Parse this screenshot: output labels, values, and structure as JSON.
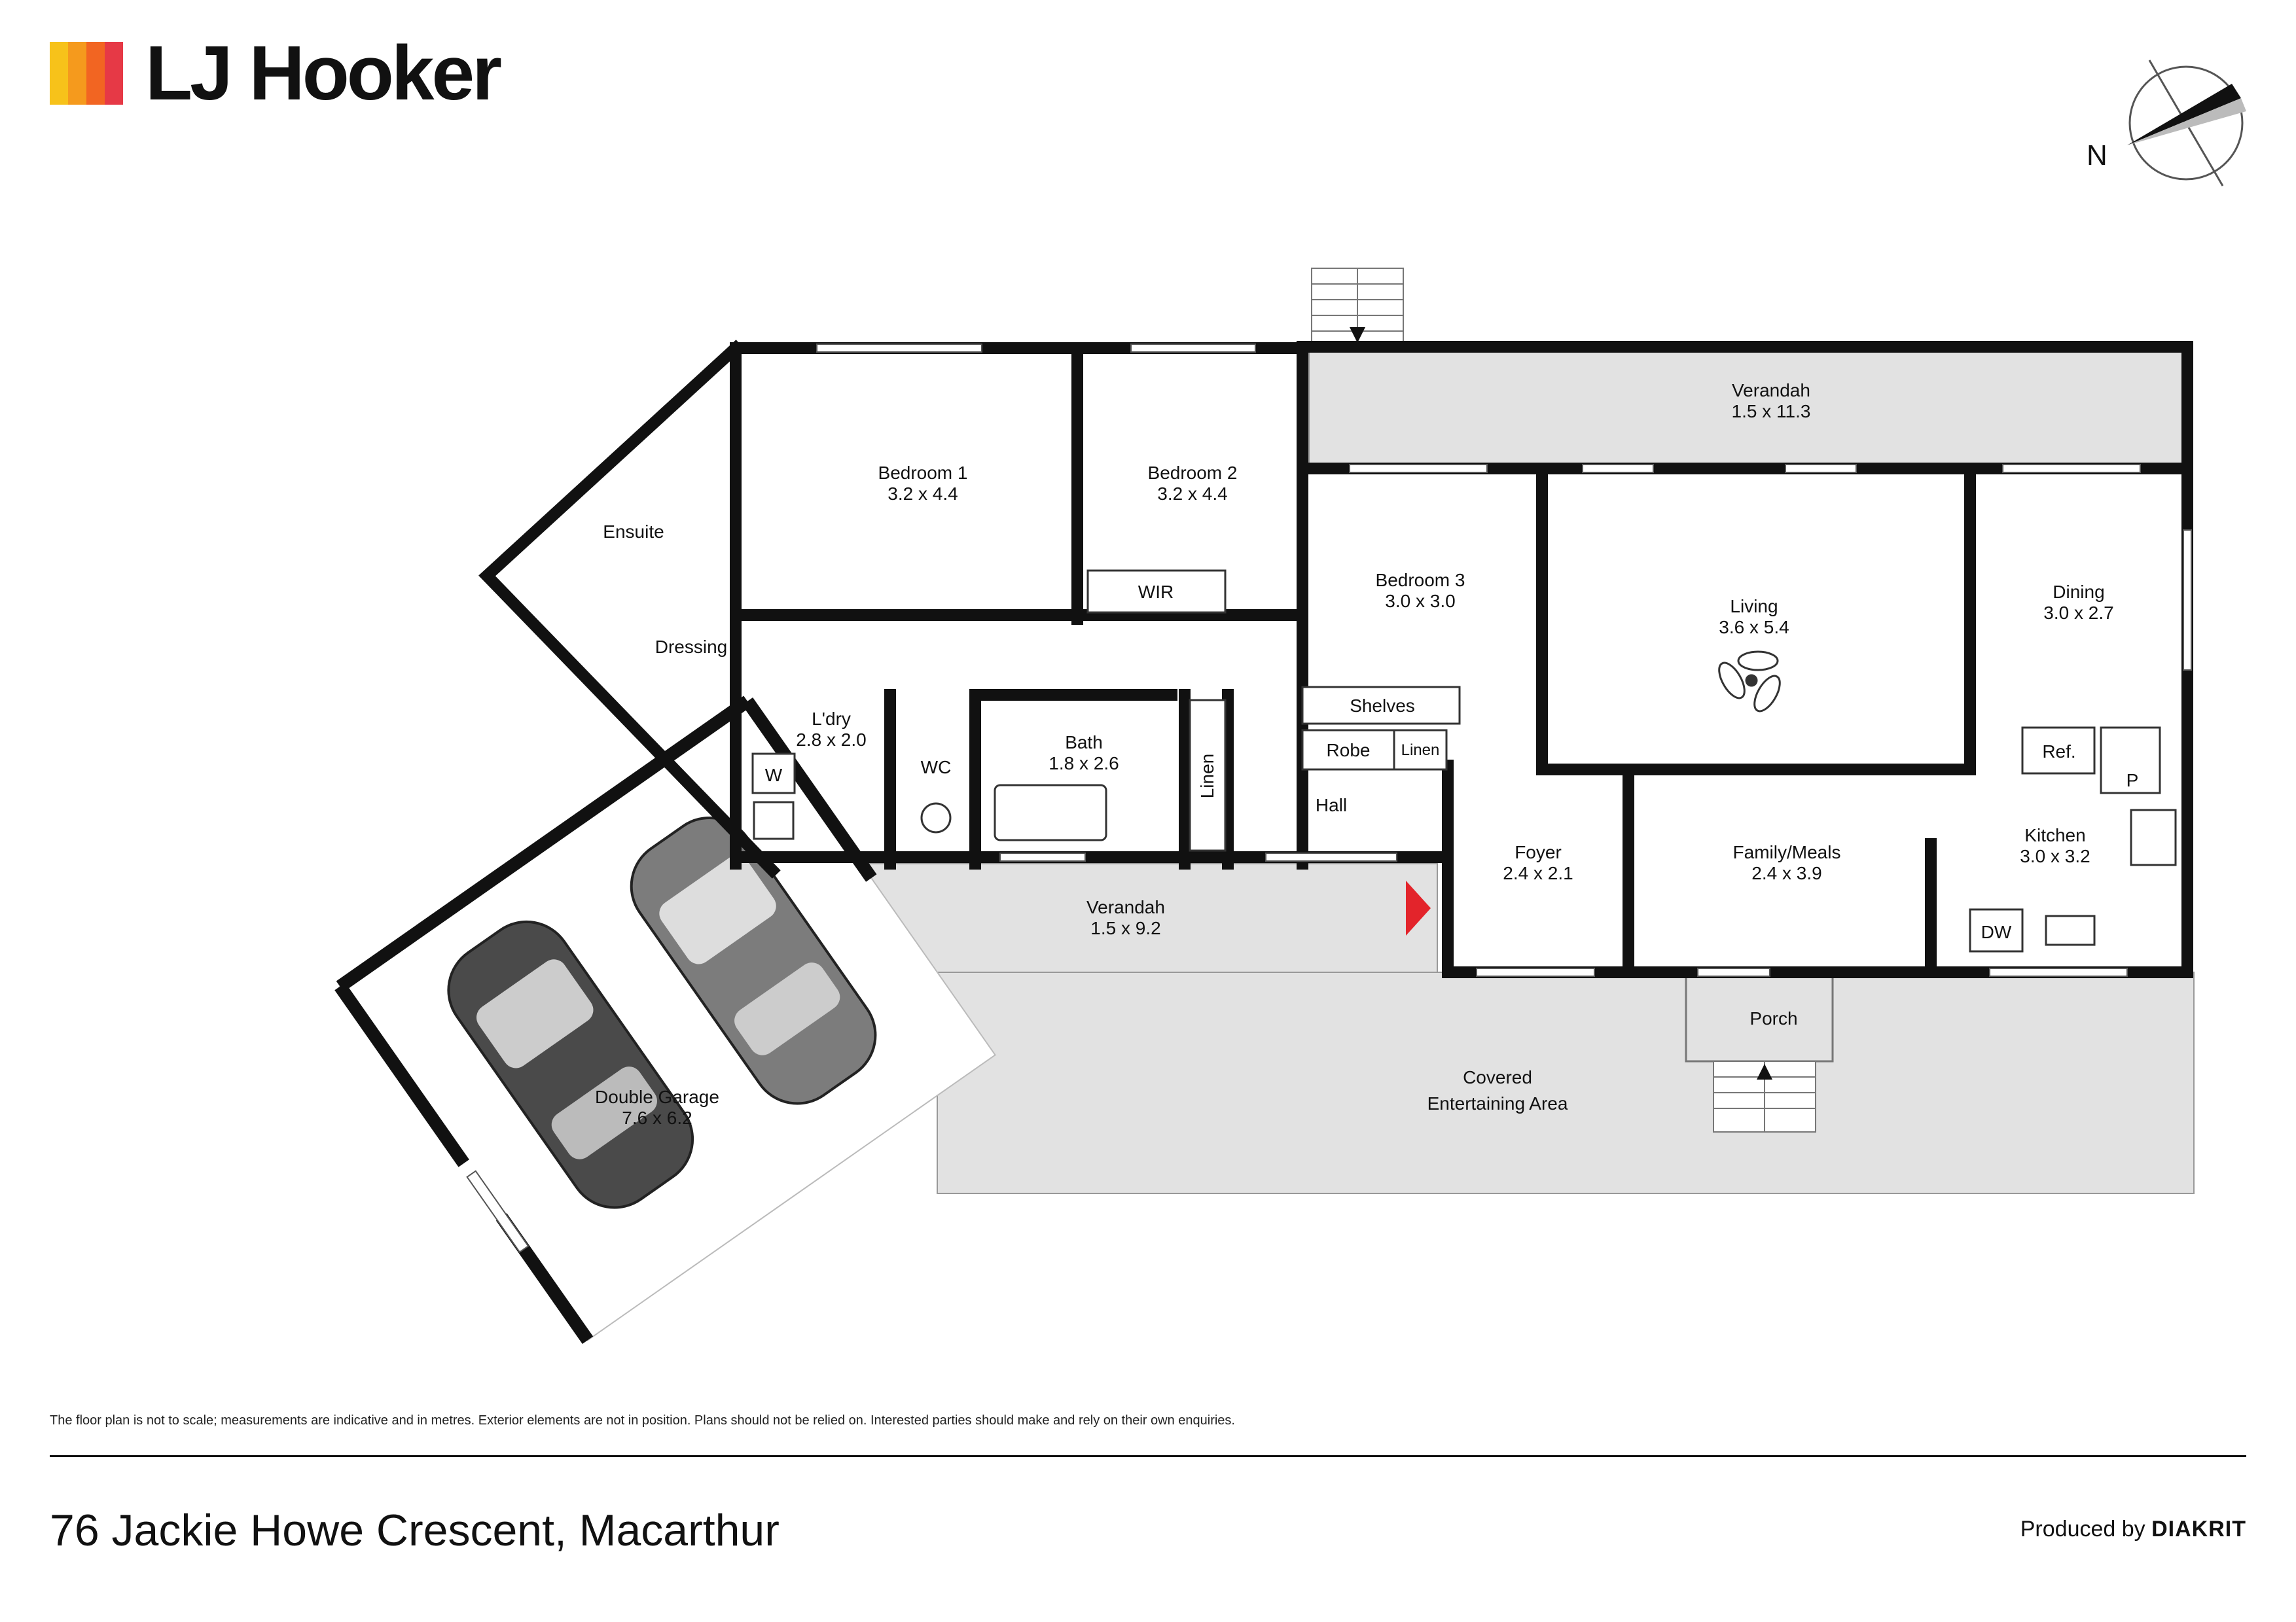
{
  "brand": {
    "name": "LJ Hooker",
    "bar_colors": [
      "#f7c21a",
      "#f59a1d",
      "#f26522",
      "#e63946"
    ]
  },
  "compass": {
    "label": "N"
  },
  "rooms": {
    "bedroom1": {
      "name": "Bedroom 1",
      "size": "3.2 x 4.4"
    },
    "bedroom2": {
      "name": "Bedroom 2",
      "size": "3.2 x 4.4"
    },
    "bedroom3": {
      "name": "Bedroom 3",
      "size": "3.0 x 3.0"
    },
    "living": {
      "name": "Living",
      "size": "3.6 x 5.4"
    },
    "dining": {
      "name": "Dining",
      "size": "3.0 x 2.7"
    },
    "kitchen": {
      "name": "Kitchen",
      "size": "3.0 x 3.2"
    },
    "family": {
      "name": "Family/Meals",
      "size": "2.4 x 3.9"
    },
    "foyer": {
      "name": "Foyer",
      "size": "2.4 x 2.1"
    },
    "laundry": {
      "name": "L'dry",
      "size": "2.8 x 2.0"
    },
    "bath": {
      "name": "Bath",
      "size": "1.8 x 2.6"
    },
    "verandah_rear": {
      "name": "Verandah",
      "size": "1.5 x 11.3"
    },
    "verandah_front": {
      "name": "Verandah",
      "size": "1.5 x 9.2"
    },
    "garage": {
      "name": "Double Garage",
      "size": "7.6 x 6.2"
    },
    "ensuite": {
      "name": "Ensuite"
    },
    "dressing": {
      "name": "Dressing"
    },
    "wir": {
      "name": "WIR"
    },
    "wc": {
      "name": "WC"
    },
    "hall": {
      "name": "Hall"
    },
    "shelves": {
      "name": "Shelves"
    },
    "robe": {
      "name": "Robe"
    },
    "linen_small": {
      "name": "Linen"
    },
    "linen_tall": {
      "name": "Linen"
    },
    "washer": {
      "name": "W"
    },
    "fridge": {
      "name": "Ref."
    },
    "pantry": {
      "name": "P"
    },
    "dishwasher": {
      "name": "DW"
    },
    "porch": {
      "name": "Porch"
    },
    "entertaining": {
      "line1": "Covered",
      "line2": "Entertaining Area"
    }
  },
  "disclaimer": "The floor plan is not to scale; measurements are indicative and in metres. Exterior elements are not in position. Plans should not be relied on. Interested parties should make and rely on their own enquiries.",
  "address": "76 Jackie Howe Crescent, Macarthur",
  "producer": {
    "prefix": "Produced by",
    "name": "DIAKRIT"
  },
  "colors": {
    "wall": "#111111",
    "outdoor_fill": "#e2e2e2",
    "entry_marker": "#e3242b",
    "car_dark": "#4a4a4a",
    "car_mid": "#7c7c7c"
  }
}
